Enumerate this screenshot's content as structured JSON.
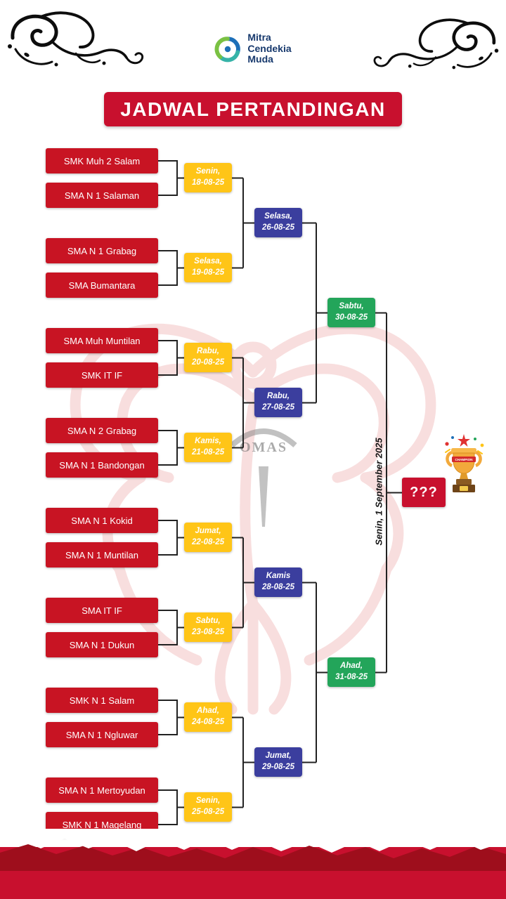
{
  "logo": {
    "line1": "Mitra",
    "line2": "Cendekia",
    "line3": "Muda"
  },
  "title": "JADWAL PERTANDINGAN",
  "rounds": {
    "round1": [
      {
        "team_top": "SMK Muh 2 Salam",
        "team_bottom": "SMA N 1 Salaman",
        "day": "Senin,",
        "date": "18-08-25"
      },
      {
        "team_top": "SMA N 1 Grabag",
        "team_bottom": "SMA Bumantara",
        "day": "Selasa,",
        "date": "19-08-25"
      },
      {
        "team_top": "SMA Muh Muntilan",
        "team_bottom": "SMK IT IF",
        "day": "Rabu,",
        "date": "20-08-25"
      },
      {
        "team_top": "SMA N 2 Grabag",
        "team_bottom": "SMA N 1 Bandongan",
        "day": "Kamis,",
        "date": "21-08-25"
      },
      {
        "team_top": "SMA N 1 Kokid",
        "team_bottom": "SMA N 1 Muntilan",
        "day": "Jumat,",
        "date": "22-08-25"
      },
      {
        "team_top": "SMA IT IF",
        "team_bottom": "SMA N 1 Dukun",
        "day": "Sabtu,",
        "date": "23-08-25"
      },
      {
        "team_top": "SMK N 1 Salam",
        "team_bottom": "SMA N 1 Ngluwar",
        "day": "Ahad,",
        "date": "24-08-25"
      },
      {
        "team_top": "SMA N 1 Mertoyudan",
        "team_bottom": "SMK N 1 Magelang",
        "day": "Senin,",
        "date": "25-08-25"
      }
    ],
    "round2": [
      {
        "day": "Selasa,",
        "date": "26-08-25"
      },
      {
        "day": "Rabu,",
        "date": "27-08-25"
      },
      {
        "day": "Kamis",
        "date": "28-08-25"
      },
      {
        "day": "Jumat,",
        "date": "29-08-25"
      }
    ],
    "semifinal": [
      {
        "day": "Sabtu,",
        "date": "30-08-25"
      },
      {
        "day": "Ahad,",
        "date": "31-08-25"
      }
    ],
    "final": {
      "date_label": "Senin, 1 September 2025",
      "winner_placeholder": "???"
    }
  },
  "trophy": {
    "ribbon_text": "CHAMPION"
  },
  "watermark_text": "OMAS",
  "colors": {
    "red": "#c8102e",
    "yellow": "#ffc517",
    "blue": "#3b3e9e",
    "green": "#23a55a"
  }
}
